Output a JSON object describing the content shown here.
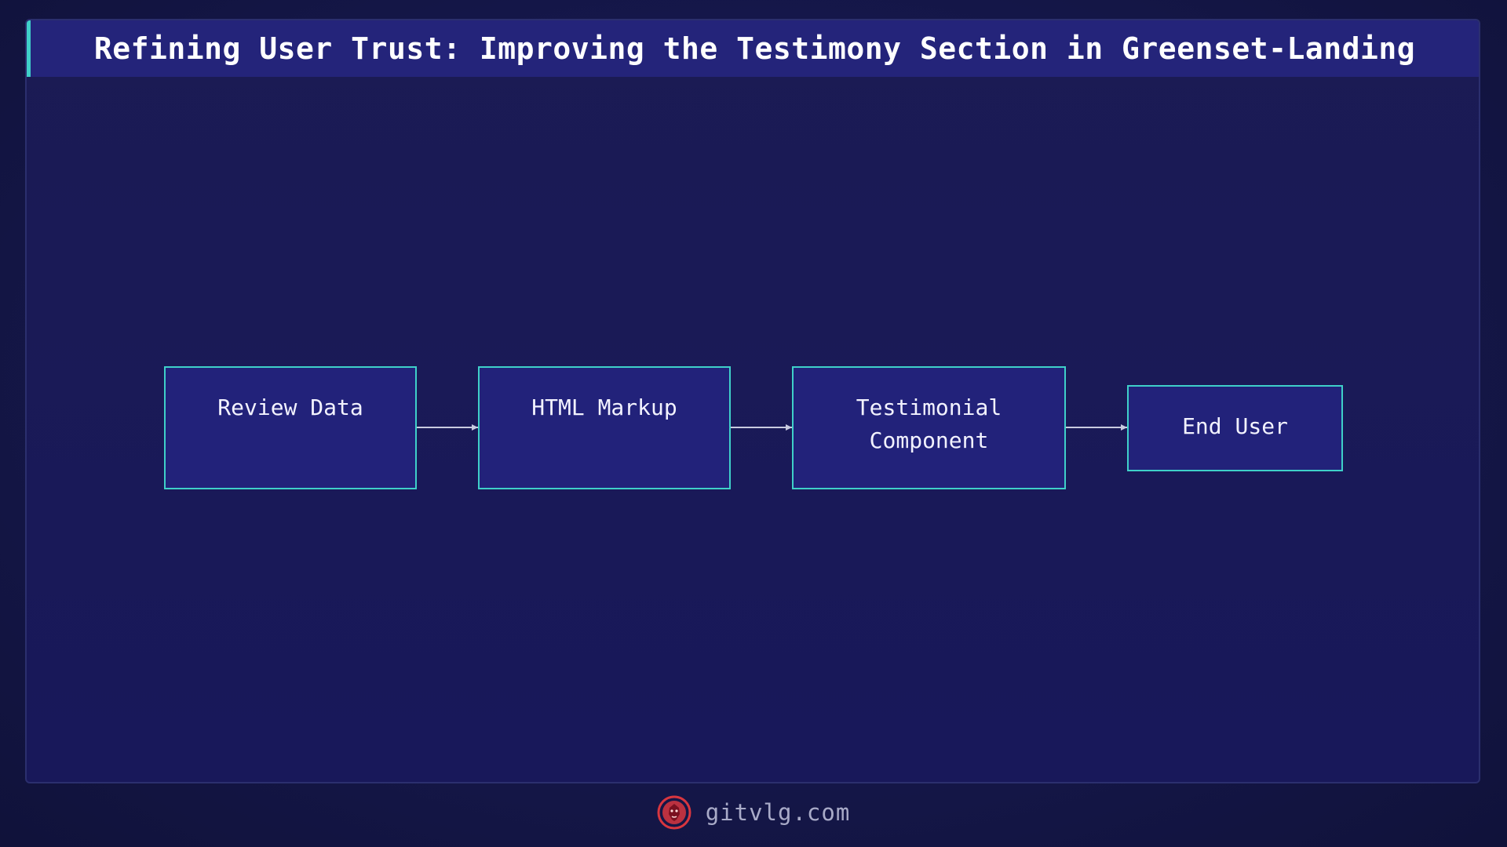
{
  "title": "Refining User Trust: Improving the Testimony Section in Greenset-Landing",
  "nodes": [
    {
      "id": "review-data",
      "label": "Review Data"
    },
    {
      "id": "html-markup",
      "label": "HTML Markup"
    },
    {
      "id": "testimonial-component",
      "label": "Testimonial\n Component"
    },
    {
      "id": "end-user",
      "label": "End User"
    }
  ],
  "edges": [
    {
      "from": "review-data",
      "to": "html-markup"
    },
    {
      "from": "html-markup",
      "to": "testimonial-component"
    },
    {
      "from": "testimonial-component",
      "to": "end-user"
    }
  ],
  "footer": {
    "site": "gitvlg.com",
    "logo_icon": "lion-head-icon"
  },
  "colors": {
    "accent": "#3fd0c9",
    "node_fill": "#22227a",
    "title_bar": "#24247a",
    "logo": "#d8363f"
  }
}
